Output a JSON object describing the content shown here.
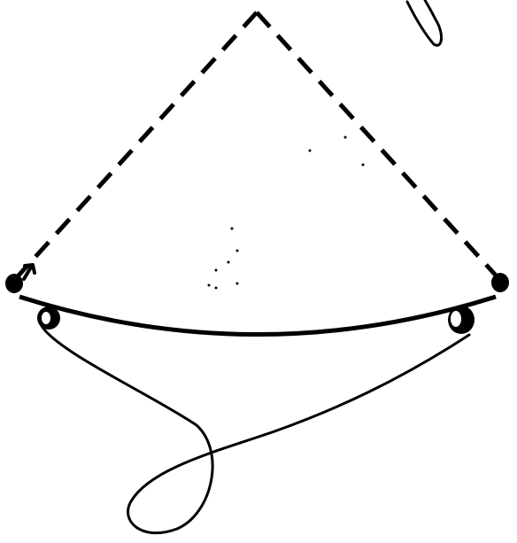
{
  "diagram": {
    "colors": {
      "ink": "#000000",
      "background": "#ffffff"
    },
    "elements": [
      "dashed-triangle-sides",
      "curved-base-arc",
      "left-endpoint-dot",
      "right-endpoint-dot",
      "left-pulley",
      "right-pulley",
      "looped-string",
      "top-right-loop-fragment",
      "direction-arrow",
      "scattered-dots"
    ]
  }
}
